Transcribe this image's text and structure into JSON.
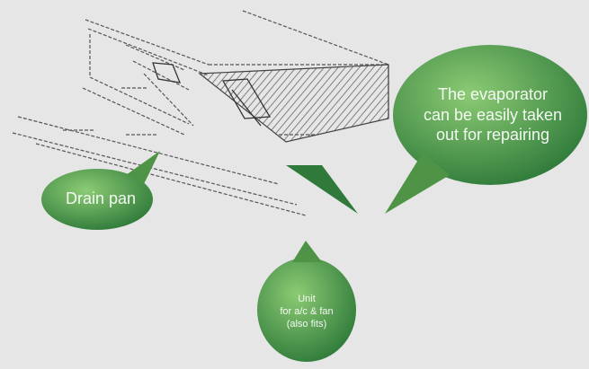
{
  "callouts": {
    "evaporator": {
      "lines": [
        "The evaporator",
        "can be easily taken",
        "out for repairing"
      ]
    },
    "drain_pan": {
      "label": "Drain pan"
    },
    "unit": {
      "lines": [
        "Unit",
        "for a/c & fan",
        "(also fits)"
      ]
    }
  },
  "colors": {
    "background": "#e6e6e6",
    "bubble_dark": "#2f7a3a",
    "bubble_light": "#7cc070",
    "line": "#555555"
  }
}
